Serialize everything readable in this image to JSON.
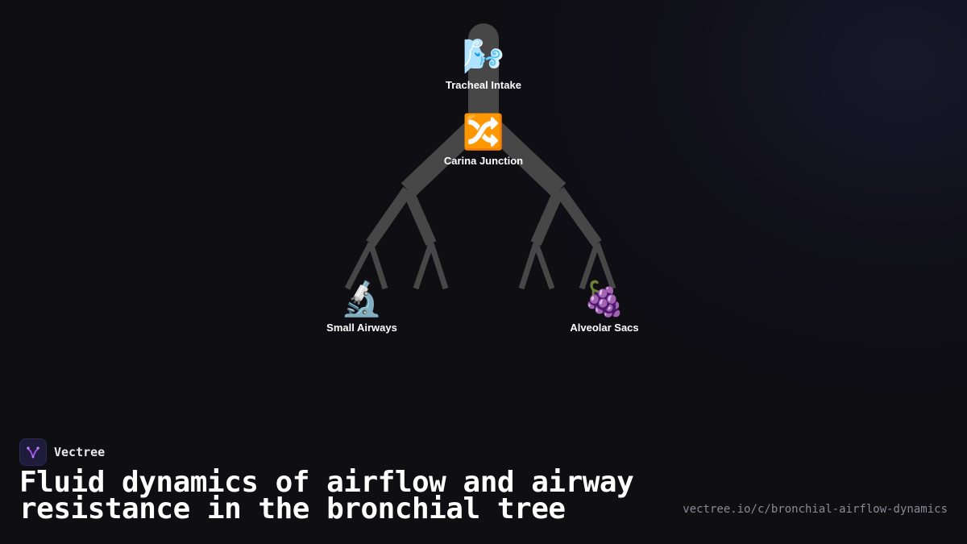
{
  "diagram": {
    "nodes": [
      {
        "id": "trachea",
        "icon": "dashing-away-emoji",
        "emoji": "🌬️",
        "label": "Tracheal Intake"
      },
      {
        "id": "carina",
        "icon": "twisted-arrows-emoji",
        "emoji": "🔀",
        "label": "Carina Junction"
      },
      {
        "id": "small",
        "icon": "microscope-emoji",
        "emoji": "🔬",
        "label": "Small Airways"
      },
      {
        "id": "alveolar",
        "icon": "grapes-emoji",
        "emoji": "🍇",
        "label": "Alveolar Sacs"
      }
    ],
    "colors": {
      "airway": "#4a4a4a",
      "background": "#0f0e13"
    }
  },
  "brand": {
    "name": "Vectree",
    "logo_icon": "vectree-logo-icon",
    "accent": "#a855f7"
  },
  "title": "Fluid dynamics of airflow and airway resistance in the bronchial tree",
  "url": "vectree.io/c/bronchial-airflow-dynamics"
}
